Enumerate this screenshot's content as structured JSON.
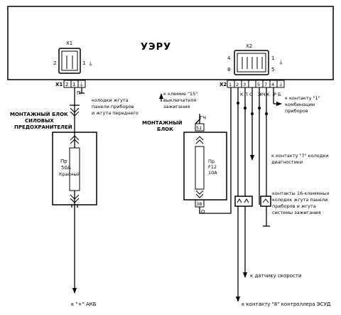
{
  "ecu": {
    "title": "УЭРУ",
    "x1_label": "X1",
    "x2_label": "X2"
  },
  "x1_top": {
    "pin2": "2",
    "pin1": "1",
    "ground": "⏚"
  },
  "x1_bottom": {
    "label": "X1",
    "pin2": "2",
    "pin1": "1",
    "wire": "П"
  },
  "x2_top": {
    "pins_left": [
      "4",
      "8"
    ],
    "pins_right": [
      "1",
      "5"
    ],
    "ground": "⏚"
  },
  "x2_bottom": {
    "label": "X2",
    "pins": [
      "1",
      "2",
      "3",
      "5",
      "7",
      "4"
    ],
    "wires": [
      "К",
      "П",
      "С",
      "Ж",
      "Ч",
      "К",
      "Р",
      "Б"
    ]
  },
  "notes": {
    "harness": [
      "колодки жгута",
      "панели приборов",
      "и жгута переднего"
    ],
    "fuse_block_left": [
      "МОНТАЖНЫЙ БЛОК",
      "СИЛОВЫХ",
      "ПРЕДОХРАНИТЕЛЕЙ"
    ],
    "ignition": [
      "к клемме \"15\"",
      "выключателя",
      "зажигания"
    ],
    "fuse_block_mid": [
      "МОНТАЖНЫЙ",
      "БЛОК"
    ],
    "gch": "ГЧ",
    "combi": [
      "к контакту \"1\"",
      "комбинации",
      "приборов"
    ],
    "diag": [
      "к контакту \"7\" колодки",
      "диагностики"
    ],
    "contacts16": [
      "контакты 16-клеммных",
      "колодок жгута панели",
      "приборов и жгута",
      "системы зажигания"
    ],
    "speed": "к датчику скорости",
    "battery": "к \"+\" АКБ",
    "ecu8": "к контакту \"8\" контроллера ЭСУД"
  },
  "fuse1": {
    "name": "Пр",
    "rating": "50А",
    "color": "Красный"
  },
  "fuse2": {
    "name": "Пр",
    "id": "F12",
    "rating": "10А",
    "pin_top": "51",
    "pin_bottom": "38",
    "wire": "О"
  }
}
